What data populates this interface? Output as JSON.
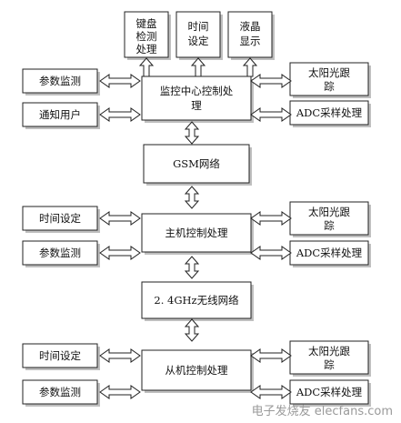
{
  "top_boxes": {
    "keypad": [
      "键盘",
      "检测",
      "处理"
    ],
    "time_set": [
      "时间",
      "设定"
    ],
    "lcd": [
      "液晶",
      "显示"
    ]
  },
  "monitor_center": {
    "title": [
      "监控中心控制处",
      "理"
    ],
    "left": {
      "param_monitor": "参数监测",
      "notify_user": "通知用户"
    },
    "right": {
      "sun_tracking": [
        "太阳光跟",
        "踪"
      ],
      "adc": "ADC采样处理"
    }
  },
  "gsm_network": "GSM网络",
  "host": {
    "title": "主机控制处理",
    "left": {
      "time_set": "时间设定",
      "param_monitor": "参数监测"
    },
    "right": {
      "sun_tracking": [
        "太阳光跟",
        "踪"
      ],
      "adc": "ADC采样处理"
    }
  },
  "wireless_network": "2. 4GHz无线网络",
  "slave": {
    "title": "从机控制处理",
    "left": {
      "time_set": "时间设定",
      "param_monitor": "参数监测"
    },
    "right": {
      "sun_tracking": [
        "太阳光跟",
        "踪"
      ],
      "adc": "ADC采样处理"
    }
  },
  "watermark": "电子发烧友 elecfans.com",
  "colors": {
    "box_stroke": "#222222",
    "box_fill": "#ffffff",
    "shadow": "#bfbfbf"
  }
}
